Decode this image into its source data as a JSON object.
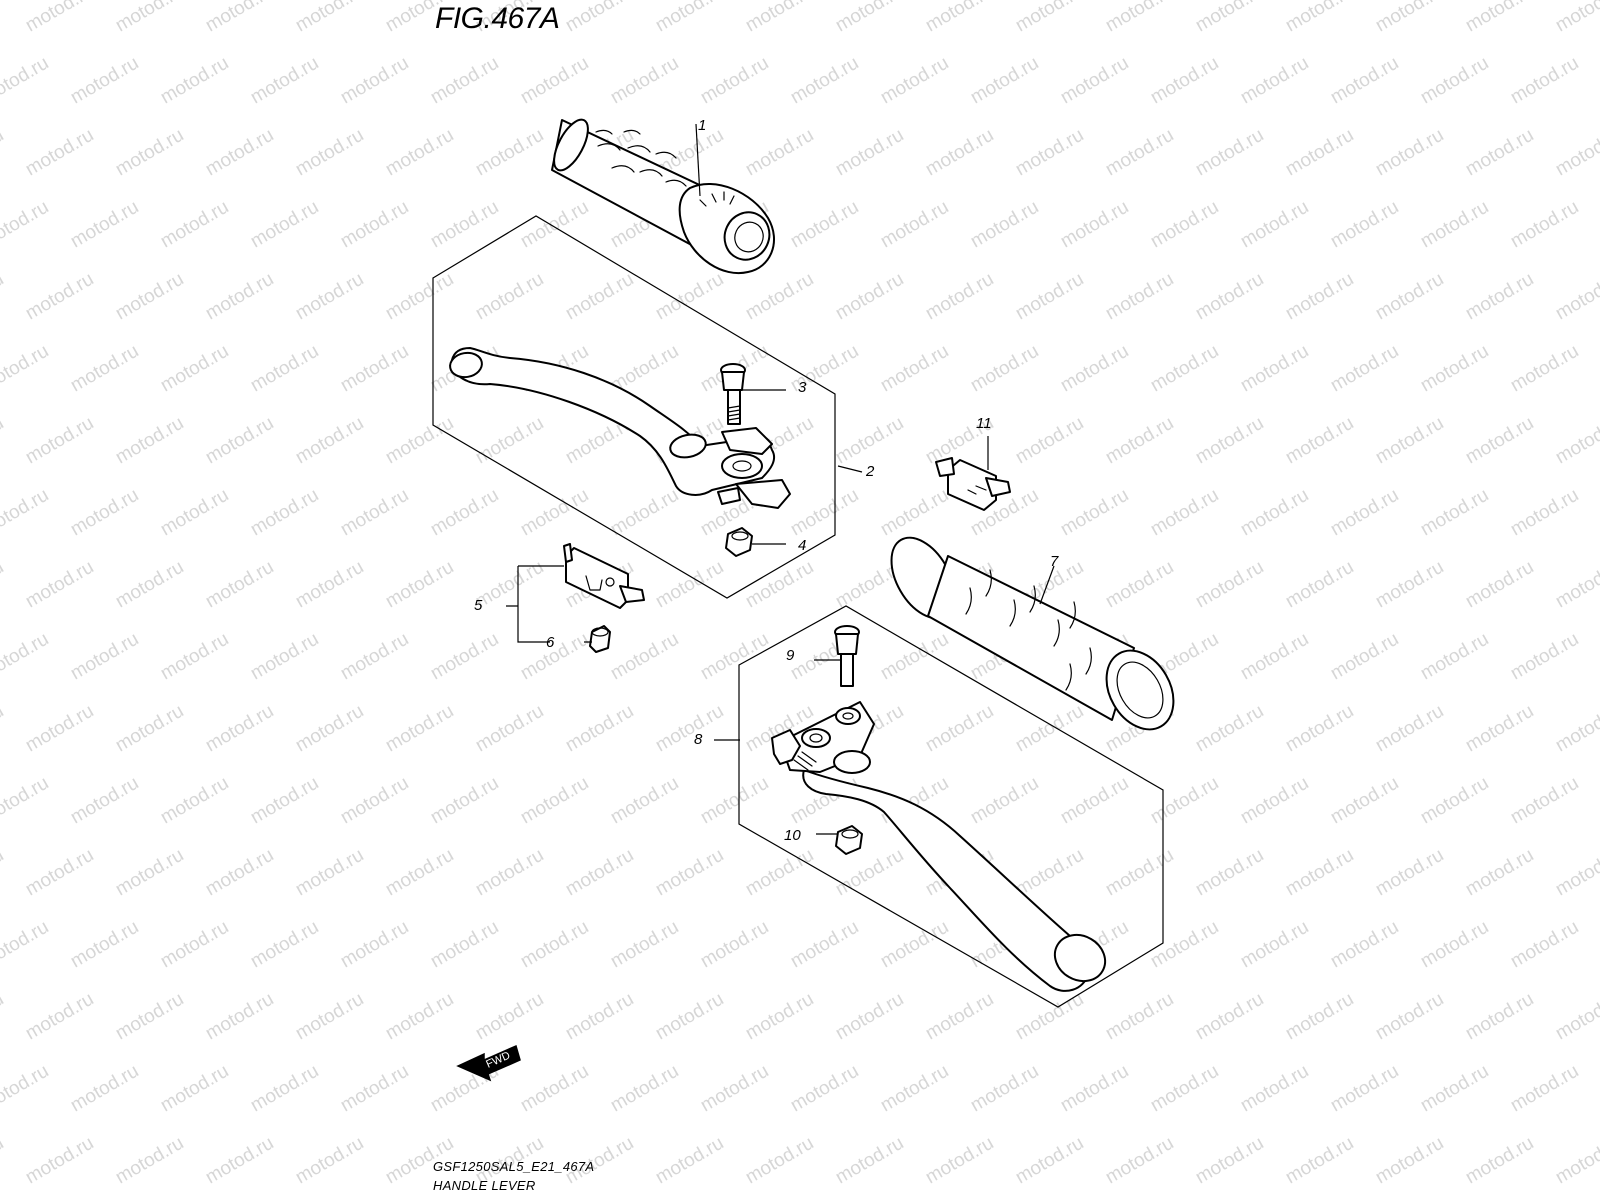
{
  "figure": {
    "title": "FIG.467A",
    "code": "GSF1250SAL5_E21_467A",
    "name": "HANDLE LEVER"
  },
  "watermark": "motod.ru",
  "direction_badge": "FWD",
  "callouts": {
    "c1": "1",
    "c2": "2",
    "c3": "3",
    "c4": "4",
    "c5": "5",
    "c6": "6",
    "c7": "7",
    "c8": "8",
    "c9": "9",
    "c10": "10",
    "c11": "11"
  },
  "icons": {
    "fwd": "fwd-arrow-icon"
  },
  "colors": {
    "line": "#000000",
    "watermark": "#d6d6d6",
    "background": "#ffffff"
  }
}
